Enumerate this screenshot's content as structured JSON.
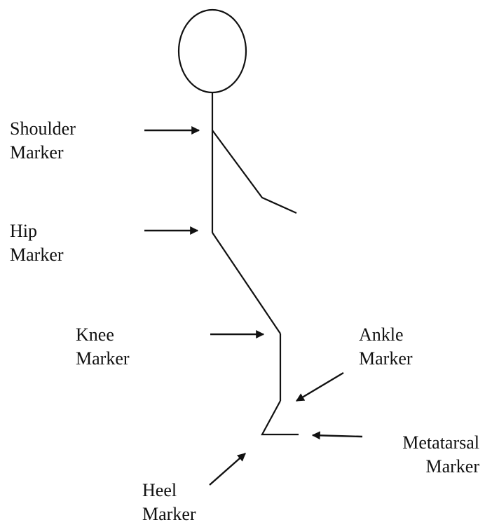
{
  "diagram": {
    "labels": {
      "shoulder": {
        "line1": "Shoulder",
        "line2": "Marker"
      },
      "hip": {
        "line1": "Hip",
        "line2": "Marker"
      },
      "knee": {
        "line1": "Knee",
        "line2": "Marker"
      },
      "ankle": {
        "line1": "Ankle",
        "line2": "Marker"
      },
      "metatarsal": {
        "line1": "Metatarsal",
        "line2": "Marker"
      },
      "heel": {
        "line1": "Heel",
        "line2": "Marker"
      }
    }
  },
  "colors": {
    "stroke": "#111111",
    "background": "#ffffff"
  }
}
